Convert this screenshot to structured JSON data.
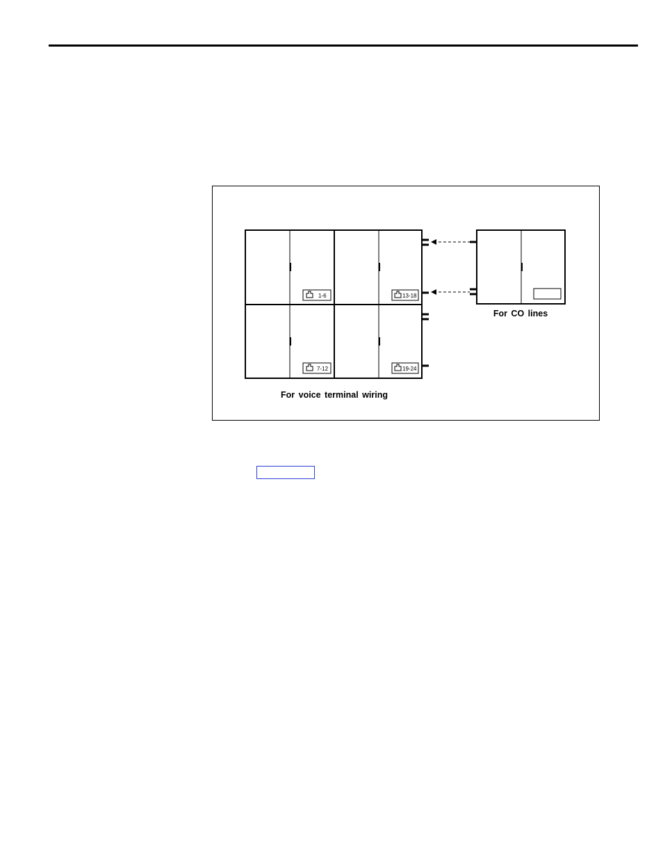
{
  "figure": {
    "voice_caption": "For voice terminal wiring",
    "co_caption": "For CO lines",
    "block_labels": [
      "1-6",
      "13-18",
      "7-12",
      "19-24"
    ],
    "label_icon": "jack-icon"
  },
  "colors": {
    "rule": "#000000",
    "link_border": "#2b3fd6"
  }
}
